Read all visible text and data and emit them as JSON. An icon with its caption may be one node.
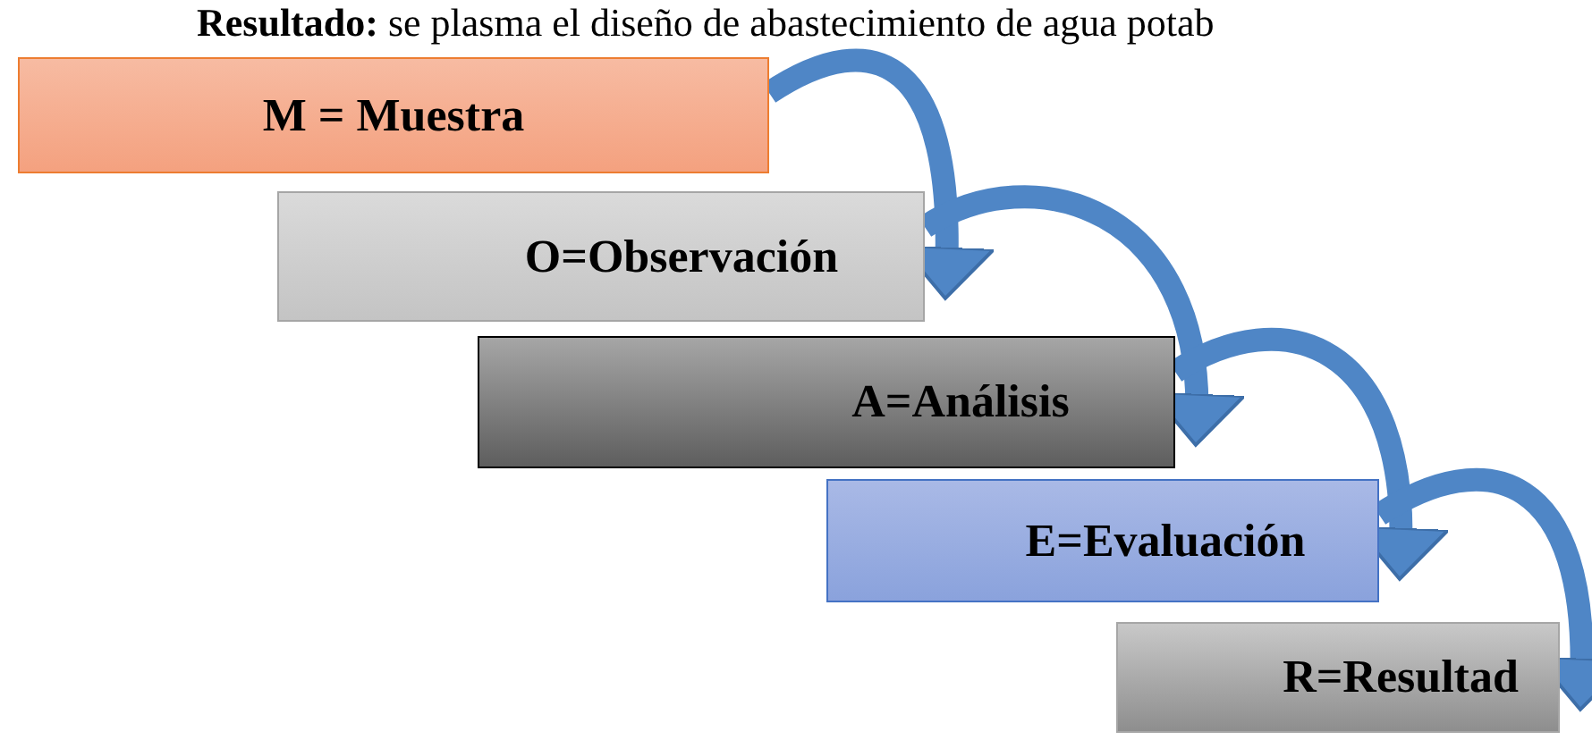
{
  "diagram": {
    "nodes": [
      {
        "text": [
          "M = Muestra"
        ]
      },
      {
        "text": [
          "O=Observación"
        ]
      },
      {
        "text": [
          "A=Análisis"
        ]
      },
      {
        "text": [
          "E=Evaluación"
        ]
      },
      {
        "text": [
          "R=Resultad"
        ]
      }
    ],
    "edges": [
      {
        "from": 0,
        "to": 1,
        "arrow": "to"
      },
      {
        "from": 1,
        "to": 2,
        "arrow": "to"
      },
      {
        "from": 2,
        "to": 3,
        "arrow": "to"
      },
      {
        "from": 3,
        "to": 4,
        "arrow": "to"
      }
    ],
    "labels": [
      "**Resultado:** se plasma el diseño de abastecimiento de agua potab"
    ]
  }
}
